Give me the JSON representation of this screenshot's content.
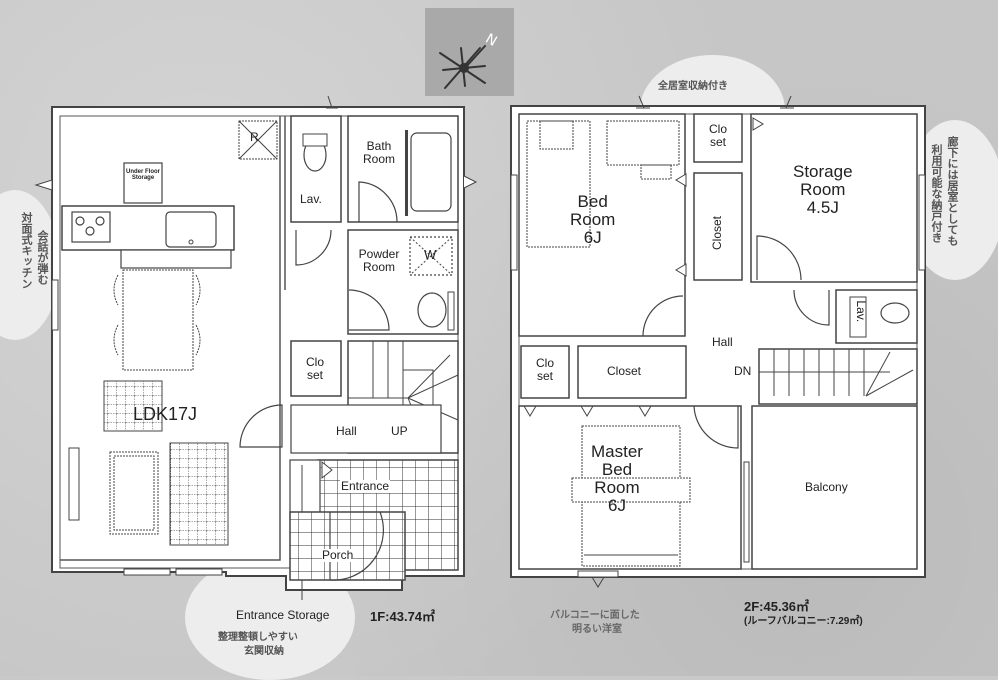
{
  "colors": {
    "background": "#c6c6c6",
    "plan_fill": "#ffffff",
    "wall": "#444444",
    "highlight_blob": "#ededed",
    "compass_box": "#a9a9a9"
  },
  "compass": {
    "icon": "north-arrow-icon",
    "label": "N"
  },
  "floor1": {
    "area_label": "1F:43.74㎡",
    "rooms": {
      "ldk": "LDK17J",
      "under_floor_storage": "Under Floor Storage",
      "refrigerator": "R",
      "bath_room": "Bath Room",
      "lav": "Lav.",
      "powder_room": "Powder Room",
      "washer": "W",
      "closet": "Clo set",
      "hall": "Hall",
      "up": "UP",
      "entrance": "Entrance",
      "porch": "Porch",
      "entrance_storage": "Entrance Storage"
    },
    "notes": {
      "kitchen": "対面式キッチン",
      "kitchen2": "会話が弾む",
      "entrance_storage": "整理整頓しやすい",
      "entrance_storage2": "玄関収納"
    }
  },
  "floor2": {
    "area_label": "2F:45.36㎡",
    "roof_balcony_label": "(ルーフバルコニー:7.29㎡)",
    "rooms": {
      "bed_room": "Bed Room 6J",
      "bed_room_l1": "Bed",
      "bed_room_l2": "Room",
      "bed_room_l3": "6J",
      "closet_top": "Clo set",
      "closet_vertical": "Closet",
      "storage_room_l1": "Storage",
      "storage_room_l2": "Room",
      "storage_room_l3": "4.5J",
      "lav": "Lav.",
      "hall": "Hall",
      "dn": "DN",
      "closet_small": "Clo set",
      "closet_wide": "Closet",
      "master_l1": "Master",
      "master_l2": "Bed",
      "master_l3": "Room",
      "master_l4": "6J",
      "balcony": "Balcony"
    },
    "notes": {
      "all_rooms_storage": "全居室収納付き",
      "hallway_note1": "廊下には居室としても",
      "hallway_note2": "利用可能な納戸付き",
      "master_note1": "バルコニーに面した",
      "master_note2": "明るい洋室"
    }
  }
}
